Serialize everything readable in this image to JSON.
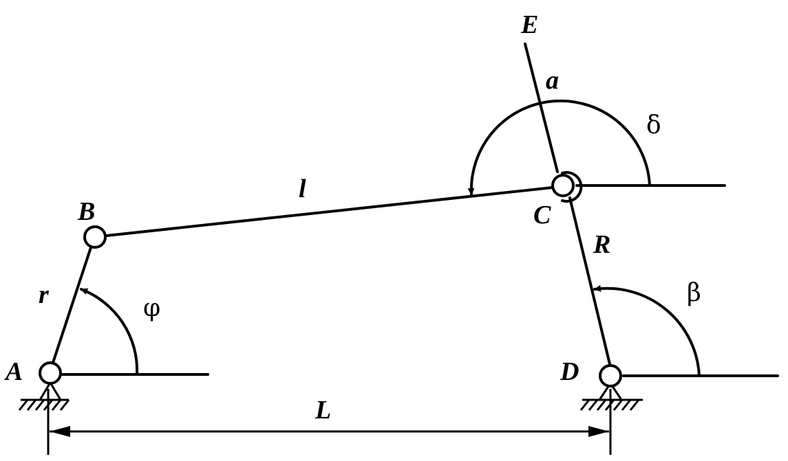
{
  "labels": {
    "A": "A",
    "B": "B",
    "C": "C",
    "D": "D",
    "E": "E",
    "r": "r",
    "l": "l",
    "R": "R",
    "L": "L",
    "a": "a",
    "phi": "φ",
    "beta": "β",
    "delta": "δ"
  },
  "colors": {
    "ink": "#000000",
    "background": "#ffffff"
  }
}
